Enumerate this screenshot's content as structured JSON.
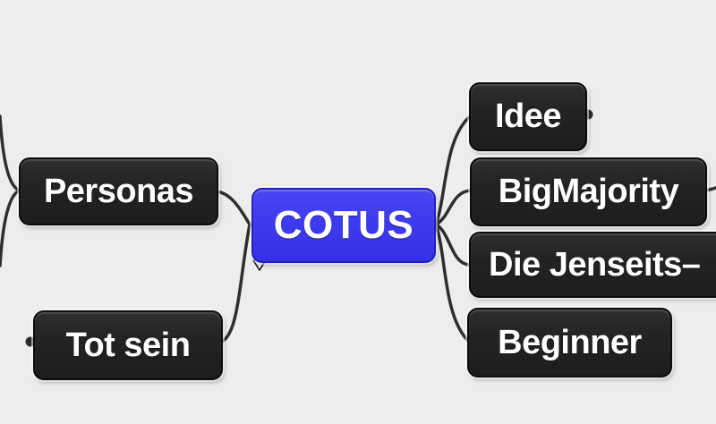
{
  "application": {
    "type": "mind-map-canvas"
  },
  "canvas": {
    "background_color": "#ededed",
    "connector_color": "#2e2e2e",
    "node_fill_color": "#232323",
    "node_text_color": "#ffffff",
    "central_node_fill_color": "#3e3bee"
  },
  "nodes": {
    "central": {
      "label": "COTUS"
    },
    "left": [
      {
        "label": "Personas"
      },
      {
        "label": "Tot sein"
      }
    ],
    "right": [
      {
        "label": "Idee"
      },
      {
        "label": "BigMajority"
      },
      {
        "label": "Die Jenseits–"
      },
      {
        "label": "Beginner"
      }
    ]
  },
  "indicators": {
    "fold_triangle_glyph": "▽",
    "hidden_branch_dot_count": 2
  }
}
